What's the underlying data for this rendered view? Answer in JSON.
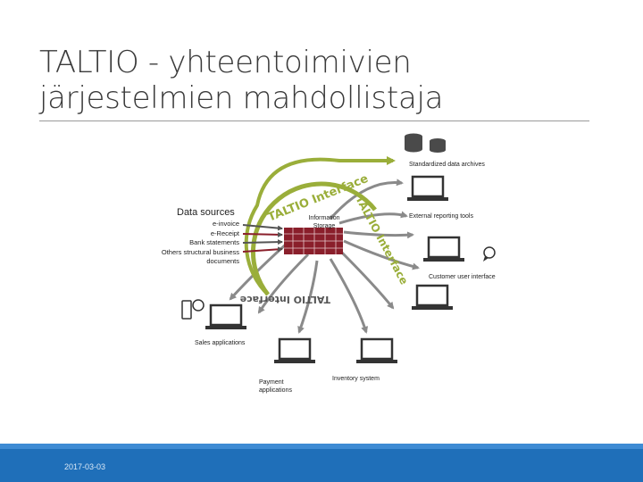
{
  "slide": {
    "title_line1": "TALTIO - yhteentoimivien",
    "title_line2": "järjestelmien mahdollistaja",
    "date": "2017-03-03"
  },
  "diagram": {
    "data_sources_heading": "Data sources",
    "sources": [
      "e-invoice",
      "e-Receipt",
      "Bank statements",
      "Others structural business",
      "documents"
    ],
    "ring_labels": {
      "top": "TALTIO Interface",
      "right": "TALTIO Interface",
      "bottom": "TALTIO Interface"
    },
    "center_label_line1": "Information",
    "center_label_line2": "Storage",
    "nodes": {
      "archives": "Standardized data archives",
      "reporting": "External reporting tools",
      "customer_ui": "Customer user interface",
      "sales": "Sales applications",
      "payment_line1": "Payment",
      "payment_line2": "applications",
      "inventory": "Inventory system"
    },
    "colors": {
      "ring": "#9aae3a",
      "arrows": "#8a8a8a",
      "storage": "#8a1f2b",
      "title_text": "#333333",
      "footer": "#1f6fb9"
    }
  }
}
